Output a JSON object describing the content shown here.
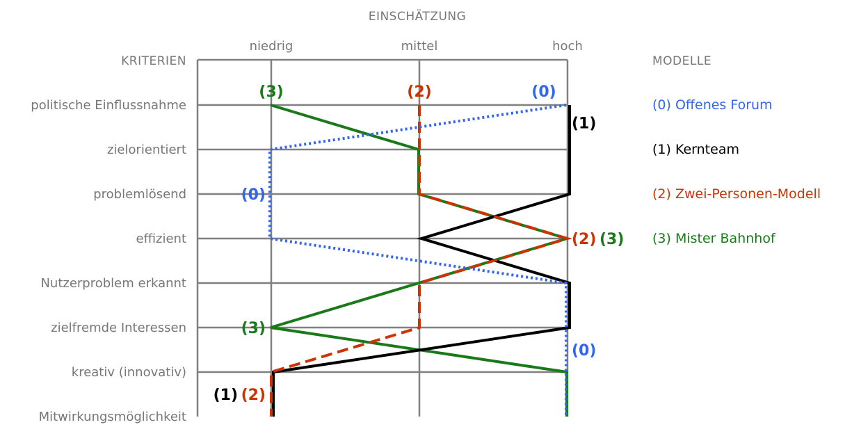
{
  "chart_data": {
    "type": "line",
    "title": "EINSCHÄTZUNG",
    "criteria_label": "KRITERIEN",
    "legend_title": "MODELLE",
    "levels": [
      "niedrig",
      "mittel",
      "hoch"
    ],
    "criteria": [
      "politische Einflussnahme",
      "zielorientiert",
      "problemlösend",
      "effizient",
      "Nutzerproblem erkannt",
      "zielfremde Interessen",
      "kreativ (innovativ)",
      "Mitwirkungsmöglichkeit"
    ],
    "series": [
      {
        "name": "(0) Offenes Forum",
        "color": "#3366ee",
        "dash": "dotted",
        "values": [
          "hoch",
          "niedrig",
          "niedrig",
          "niedrig",
          "hoch",
          "hoch",
          "hoch",
          "hoch"
        ]
      },
      {
        "name": "(1) Kernteam",
        "color": "#000000",
        "dash": "solid",
        "values": [
          "hoch",
          "hoch",
          "hoch",
          "mittel",
          "hoch",
          "hoch",
          "niedrig",
          "niedrig"
        ]
      },
      {
        "name": "(2) Zwei-Personen-Modell",
        "color": "#cc3300",
        "dash": "dashed",
        "values": [
          "mittel",
          "mittel",
          "mittel",
          "hoch",
          "mittel",
          "mittel",
          "niedrig",
          "niedrig"
        ]
      },
      {
        "name": "(3) Mister Bahnhof",
        "color": "#1a7a1a",
        "dash": "solid",
        "values": [
          "niedrig",
          "mittel",
          "mittel",
          "hoch",
          "mittel",
          "niedrig",
          "hoch",
          "hoch"
        ]
      }
    ],
    "annotations": [
      {
        "text": "(3)",
        "color": "#1a7a1a",
        "criterion": 0,
        "level": "niedrig",
        "position": "above"
      },
      {
        "text": "(2)",
        "color": "#cc3300",
        "criterion": 0,
        "level": "mittel",
        "position": "above"
      },
      {
        "text": "(0)",
        "color": "#3366ee",
        "criterion": 0,
        "level": "hoch",
        "position": "above-left"
      },
      {
        "text": "(1)",
        "color": "#000000",
        "criterion": 0.4,
        "level": "hoch",
        "position": "right"
      },
      {
        "text": "(0)",
        "color": "#3366ee",
        "criterion": 2,
        "level": "niedrig",
        "position": "left"
      },
      {
        "text": "(2)",
        "color": "#cc3300",
        "criterion": 3,
        "level": "hoch",
        "position": "right"
      },
      {
        "text": "(3)",
        "color": "#1a7a1a",
        "criterion": 3,
        "level": "hoch",
        "position": "right-far"
      },
      {
        "text": "(3)",
        "color": "#1a7a1a",
        "criterion": 5,
        "level": "niedrig",
        "position": "left"
      },
      {
        "text": "(0)",
        "color": "#3366ee",
        "criterion": 5.5,
        "level": "hoch",
        "position": "right"
      },
      {
        "text": "(1)",
        "color": "#000000",
        "criterion": 6.5,
        "level": "niedrig",
        "position": "left-far"
      },
      {
        "text": "(2)",
        "color": "#cc3300",
        "criterion": 6.5,
        "level": "niedrig",
        "position": "left"
      }
    ]
  }
}
